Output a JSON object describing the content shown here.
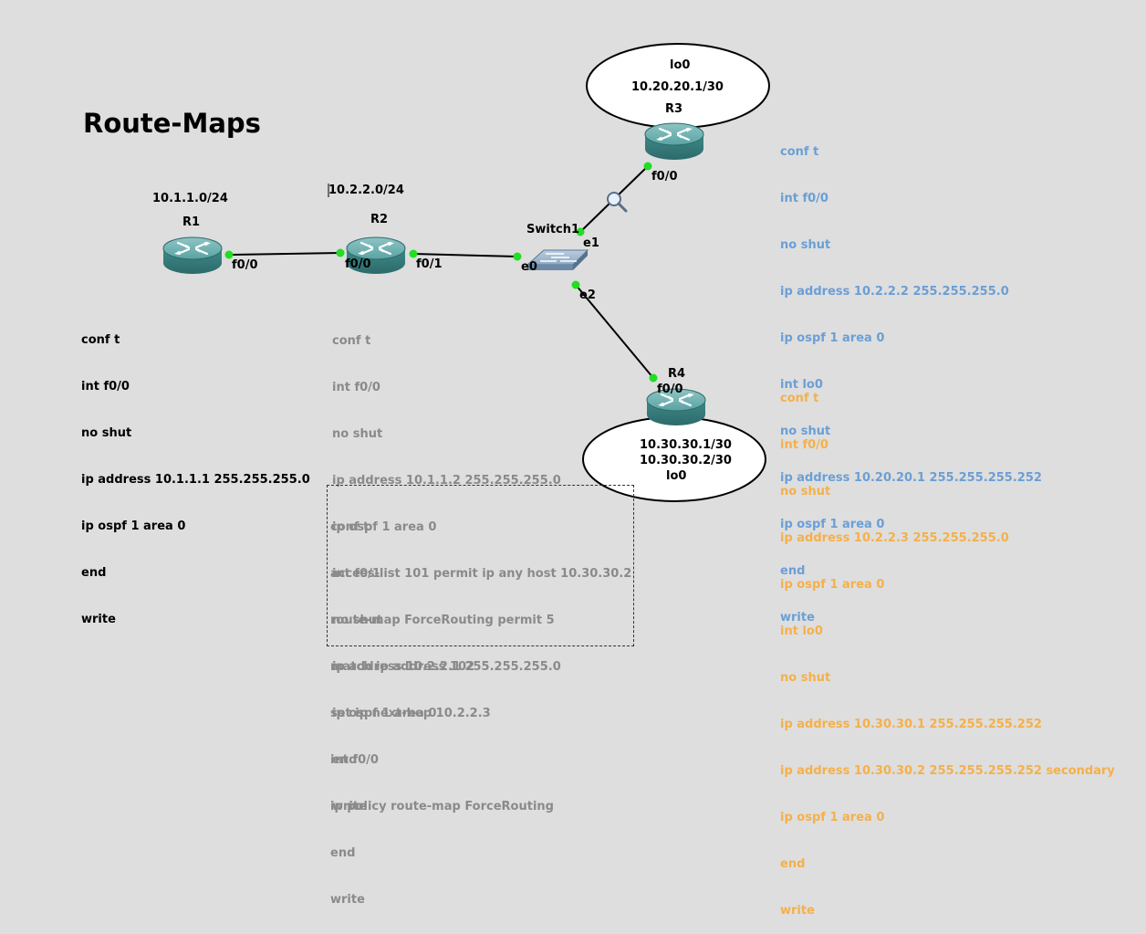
{
  "title": "Route-Maps",
  "subnets": {
    "r1": "10.1.1.0/24",
    "r2": "10.2.2.0/24"
  },
  "devices": {
    "r1": "R1",
    "r2": "R2",
    "r3": "R3",
    "r4": "R4",
    "switch": "Switch1"
  },
  "interfaces": {
    "r1_f00": "f0/0",
    "r2_f00": "f0/0",
    "r2_f01": "f0/1",
    "sw_e0": "e0",
    "sw_e1": "e1",
    "sw_e2": "e2",
    "r3_f00": "f0/0",
    "r4_f00": "f0/0"
  },
  "loopbacks": {
    "r3": {
      "name": "lo0",
      "address": "10.20.20.1/30"
    },
    "r4": {
      "address1": "10.30.30.1/30",
      "address2": "10.30.30.2/30",
      "name": "lo0"
    }
  },
  "configs": {
    "r1": [
      "conf t",
      "int f0/0",
      "no shut",
      "ip address 10.1.1.1 255.255.255.0",
      "ip ospf 1 area 0",
      "end",
      "write"
    ],
    "r2": [
      "conf t",
      "int f0/0",
      "no shut",
      "ip address 10.1.1.2 255.255.255.0",
      "ip ospf 1 area 0",
      "int f0/1",
      "no shut",
      "ip address 10.2.2.1 255.255.255.0",
      "ip ospf 1 area 0",
      "end",
      "write"
    ],
    "r2_policy": [
      "conf t",
      "access-list 101 permit ip any host 10.30.30.2",
      "route-map ForceRouting permit 5",
      "match ip address 102",
      "set ip next-hop 10.2.2.3",
      "int f0/0",
      "ip policy route-map ForceRouting",
      "end",
      "write"
    ],
    "r3": [
      "conf t",
      "int f0/0",
      "no shut",
      "ip address 10.2.2.2 255.255.255.0",
      "ip ospf 1 area 0",
      "int lo0",
      "no shut",
      "ip address 10.20.20.1 255.255.255.252",
      "ip ospf 1 area 0",
      "end",
      "write"
    ],
    "r4": [
      "conf t",
      "int f0/0",
      "no shut",
      "ip address 10.2.2.3 255.255.255.0",
      "ip ospf 1 area 0",
      "int lo0",
      "no shut",
      "ip address 10.30.30.1 255.255.255.252",
      "ip address 10.30.30.2 255.255.255.252 secondary",
      "ip ospf 1 area 0",
      "end",
      "write"
    ]
  },
  "colors": {
    "background": "#dedede",
    "link": "#000000",
    "port": "#22dd22",
    "router": "#3d8c8c",
    "r3_config": "#6a9fd6",
    "r4_config": "#f5b04a",
    "r2_config": "#8a8a8a"
  }
}
